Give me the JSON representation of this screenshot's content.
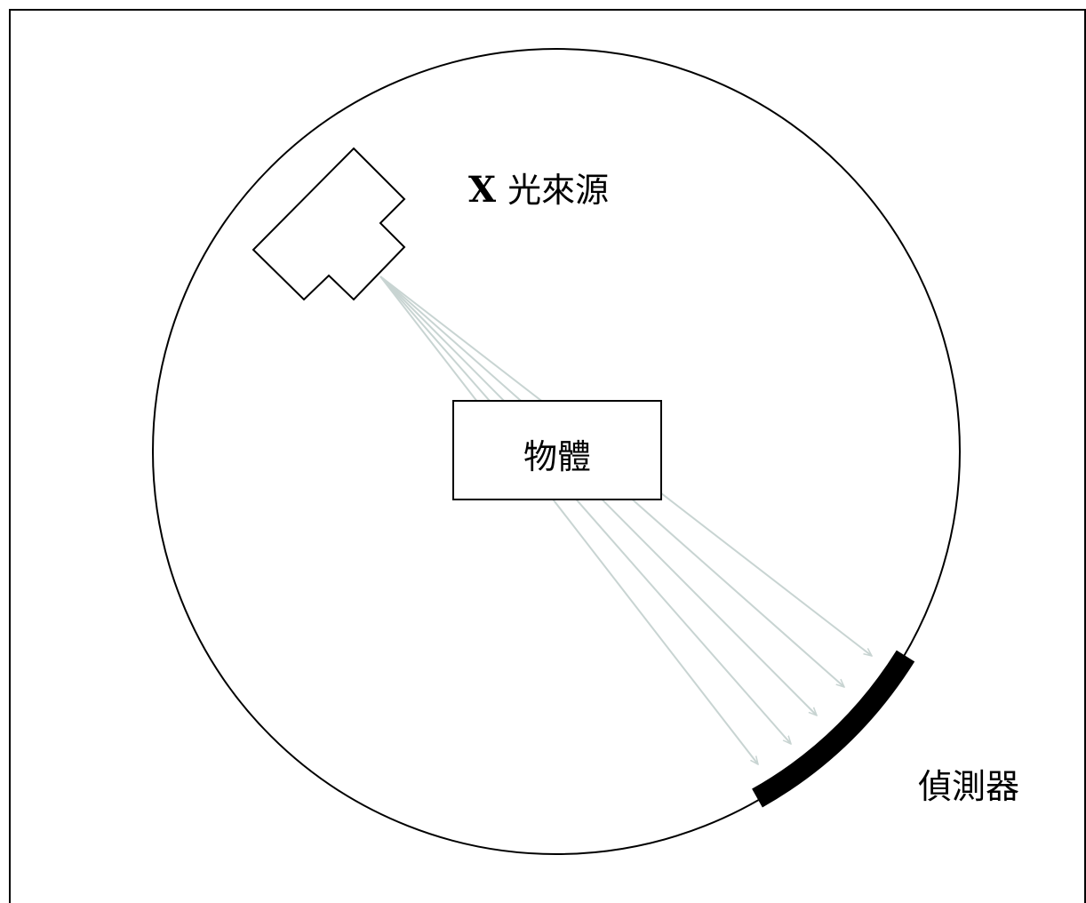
{
  "labels": {
    "source_prefix": "X",
    "source_suffix": "光來源",
    "object": "物體",
    "detector": "偵測器"
  },
  "colors": {
    "outline": "#000000",
    "beam": "#c8d4d2",
    "detector": "#000000",
    "background": "#ffffff"
  }
}
